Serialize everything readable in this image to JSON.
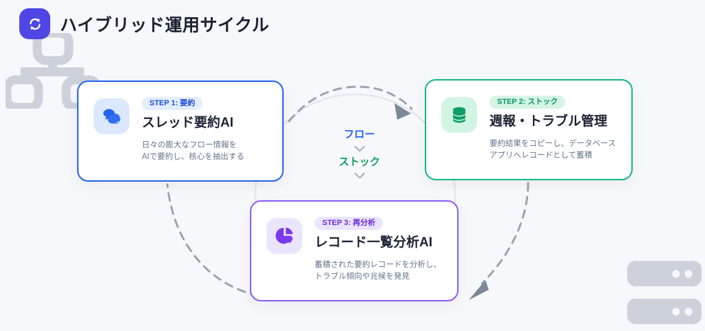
{
  "meta": {
    "background_color": "#f7f8fb"
  },
  "header": {
    "icon": "refresh-sync-icon",
    "icon_badge_color": "#4f46e5",
    "title": "ハイブリッド運用サイクル"
  },
  "center": {
    "flow_label": "フロー",
    "flow_color": "#2563eb",
    "stock_label": "ストック",
    "stock_color": "#0f9d63",
    "chevron_glyph": "chevron-down-icon"
  },
  "cards": [
    {
      "id": "flow",
      "icon": "chat-bubbles-icon",
      "icon_color": "#2563eb",
      "icon_tile_color": "#dbe8fe",
      "border_color": "#2563eb",
      "badge": "STEP 1: 要約",
      "badge_bg": "#e3edfe",
      "badge_color": "#1d4ed8",
      "title": "スレッド要約AI",
      "description": "日々の膨大なフロー情報を\nAIで要約し、核心を抽出する"
    },
    {
      "id": "stock",
      "icon": "database-icon",
      "icon_color": "#0f9d63",
      "icon_tile_color": "#d2f5e3",
      "border_color": "#10b981",
      "badge": "STEP 2: ストック",
      "badge_bg": "#d6f5e5",
      "badge_color": "#059669",
      "title": "週報・トラブル管理",
      "description": "要約結果をコピーし、データベース\nアプリへレコードとして蓄積"
    },
    {
      "id": "analyze",
      "icon": "pie-chart-icon",
      "icon_color": "#7c3aed",
      "icon_tile_color": "#ebe4fd",
      "border_color": "#8b5cf6",
      "badge": "STEP 3: 再分析",
      "badge_bg": "#ebe4fd",
      "badge_color": "#6d28d9",
      "title": "レコード一覧分析AI",
      "description": "蓄積された要約レコードを分析し、\nトラブル傾向や兆候を発見"
    }
  ],
  "decorations": {
    "watermark_top_left": "sitemap-icon",
    "watermark_bottom_right": "server-racks-icon",
    "watermark_color": "#cdd2da",
    "connector_color": "#9aa4b2",
    "circle_guide_color": "#e3e7ee"
  }
}
